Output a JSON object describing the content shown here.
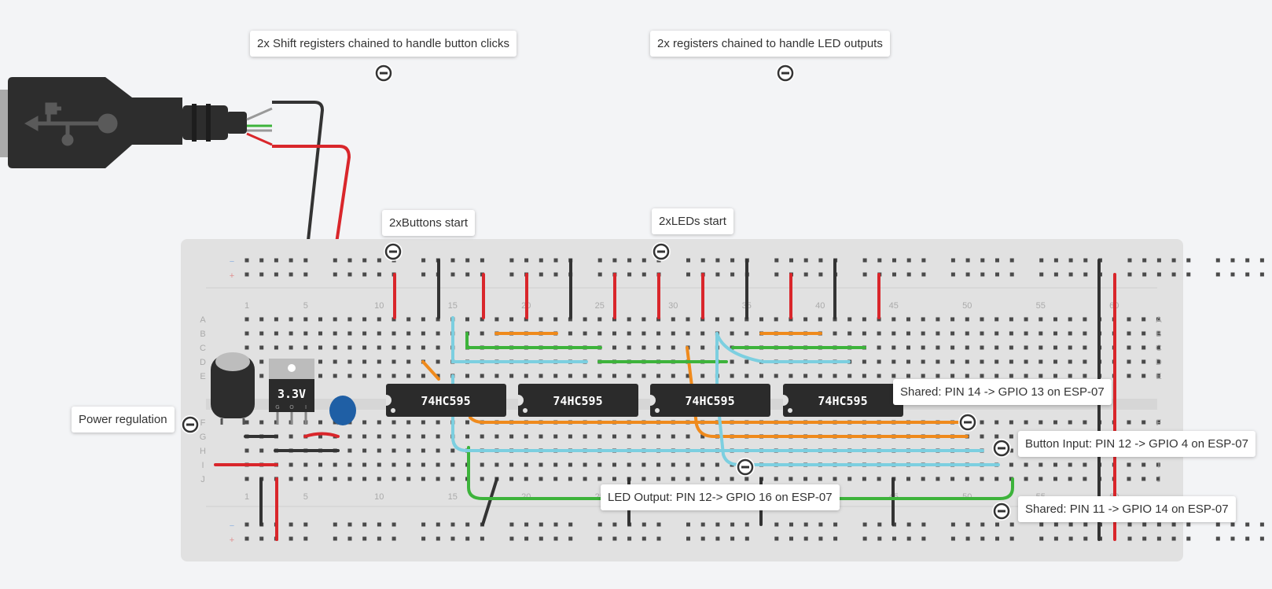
{
  "annotations": [
    {
      "id": "shift-registers",
      "text": "2x Shift registers chained to handle button clicks"
    },
    {
      "id": "registers-led",
      "text": "2x registers chained to handle LED outputs"
    },
    {
      "id": "buttons-start",
      "text": "2xButtons start"
    },
    {
      "id": "leds-start",
      "text": "2xLEDs start"
    },
    {
      "id": "power-regulation",
      "text": "Power regulation"
    },
    {
      "id": "shared-pin14",
      "text": "Shared: PIN 14 -> GPIO 13 on ESP-07"
    },
    {
      "id": "button-input",
      "text": "Button Input: PIN 12 -> GPIO 4 on ESP-07"
    },
    {
      "id": "led-output",
      "text": "LED Output: PIN 12-> GPIO 16 on ESP-07"
    },
    {
      "id": "shared-pin11",
      "text": "Shared: PIN 11 -> GPIO 14 on ESP-07"
    }
  ],
  "breadboard": {
    "row_labels": [
      "A",
      "B",
      "C",
      "D",
      "E",
      "F",
      "G",
      "H",
      "I",
      "J"
    ],
    "column_numbers": [
      "1",
      "5",
      "10",
      "15",
      "20",
      "25",
      "30",
      "35",
      "40",
      "45",
      "50",
      "55",
      "60"
    ],
    "rail_minus": "−",
    "rail_plus": "+"
  },
  "chips": [
    {
      "id": "chip1",
      "label": "74HC595"
    },
    {
      "id": "chip2",
      "label": "74HC595"
    },
    {
      "id": "chip3",
      "label": "74HC595"
    },
    {
      "id": "chip4",
      "label": "74HC595"
    }
  ],
  "regulator_label": "3.3V",
  "regulator_pins": [
    "G",
    "O",
    "I"
  ],
  "colors": {
    "red": "#d9262b",
    "black": "#333333",
    "orange": "#ef8a1c",
    "green": "#3db33b",
    "cyan": "#7ccfe0",
    "board": "#e1e1e1",
    "chip": "#2b2b2b"
  }
}
